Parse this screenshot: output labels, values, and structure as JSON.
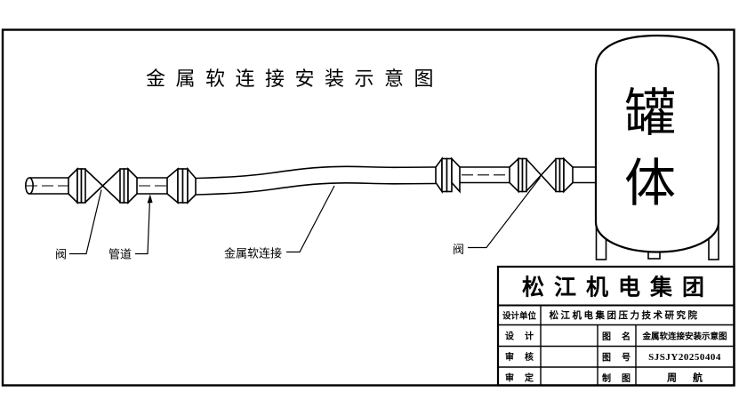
{
  "drawing": {
    "title": "金属软连接安装示意图",
    "tank": {
      "line1": "罐",
      "line2": "体"
    },
    "callouts": {
      "valve_left": "阀",
      "pipe": "管道",
      "flex_connection": "金属软连接",
      "valve_right": "阀"
    }
  },
  "title_block": {
    "company": "松江机电集团",
    "design_unit_label": "设计单位",
    "design_unit_value": "松江机电集团压力技术研究院",
    "rows": [
      {
        "label": "设计",
        "field_label": "图名",
        "field_value": "金属软连接安装示意图"
      },
      {
        "label": "审核",
        "field_label": "图号",
        "field_value": "SJSJY20250404"
      },
      {
        "label": "审定",
        "field_label": "制图",
        "field_value": "周航"
      }
    ]
  },
  "colors": {
    "line": "#000000",
    "background": "#ffffff"
  }
}
